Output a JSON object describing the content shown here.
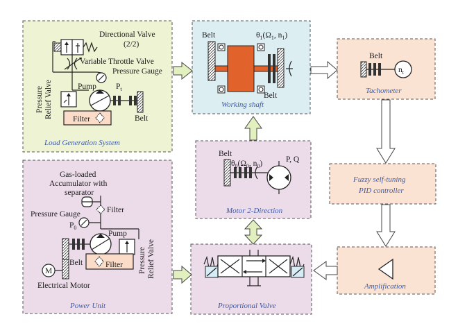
{
  "colors": {
    "load_bg": "#eef3d4",
    "power_bg": "#ecdcea",
    "motor_bg": "#ecdcea",
    "shaft_bg": "#ddeef3",
    "tach_bg": "#fbe3d4",
    "pid_bg": "#fbe3d4",
    "amp_bg": "#fbe3d4",
    "valve_bg": "#ecdcea",
    "arrow_fill": "#e2efbf",
    "caption": "#3b5aa8",
    "shaft_orange": "#e2622b"
  },
  "load_generation": {
    "caption": "Load Generation System",
    "directional_valve": "Directional Valve",
    "directional_valve_ratio": "(2/2)",
    "variable_throttle_valve": "Variable Throttle Valve",
    "pressure_gauge": "Pressure Gauge",
    "pump": "Pump",
    "pressure_relief_1": "Pressure",
    "pressure_relief_2": "Relief Valve",
    "pt": "P",
    "pt_sub": "t",
    "filter": "Filter",
    "belt": "Belt"
  },
  "working_shaft": {
    "caption": "Working shaft",
    "belt_top": "Belt",
    "belt_bottom": "Belt",
    "theta1_a": "θ",
    "theta1_sub": "1",
    "theta1_b": "(Ω",
    "theta1_sub2": "1",
    "theta1_c": ", n",
    "theta1_sub3": "1",
    "theta1_d": ")"
  },
  "tachometer": {
    "caption": "Tachometer",
    "belt": "Belt",
    "n": "n",
    "n_sub": "t"
  },
  "pid": {
    "line1": "Fuzzy self-tuning",
    "line2": "PID controller"
  },
  "motor": {
    "caption": "Motor 2-Direction",
    "belt": "Belt",
    "theta0_a": "θ",
    "theta0_sub": "0",
    "theta0_b": "(Ω",
    "theta0_sub2": "0",
    "theta0_c": ", n",
    "theta0_sub3": "0",
    "theta0_d": ")",
    "p": "P",
    "q": ", Q"
  },
  "power_unit": {
    "caption": "Power Unit",
    "gas_line1": "Gas-loaded",
    "gas_line2": "Accumulator with",
    "gas_line3": "separator",
    "pressure_gauge": "Pressure Gauge",
    "filter_top": "Filter",
    "p0": "P",
    "p0_sub": "0",
    "pump": "Pump",
    "belt": "Belt",
    "filter_bottom": "Filter",
    "motor_symbol": "M",
    "electrical_motor": "Electrical Motor",
    "relief_1": "Pressure",
    "relief_2": "Relief Valve"
  },
  "proportional_valve": {
    "caption": "Proportional Valve"
  },
  "amplification": {
    "caption": "Amplification"
  }
}
